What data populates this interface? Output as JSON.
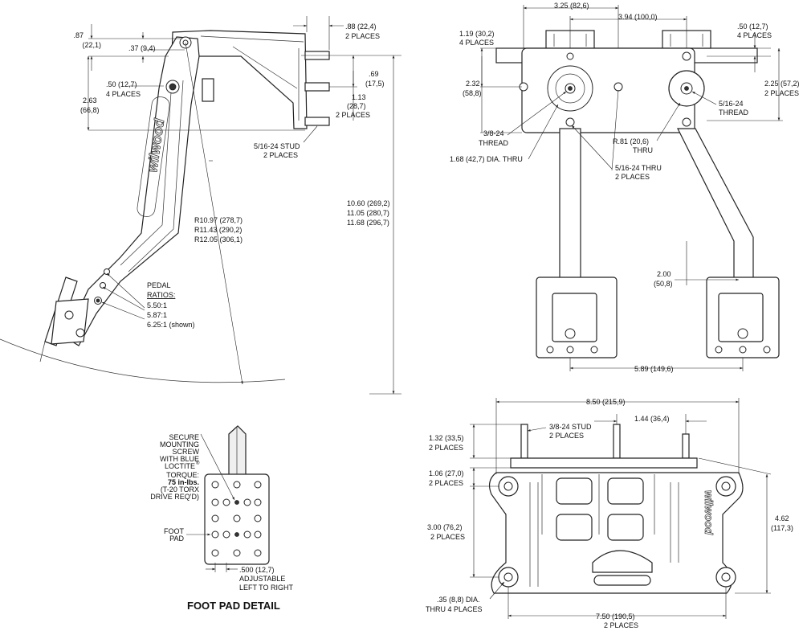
{
  "side_view": {
    "dims": {
      "d087": ".87",
      "d087_mm": "(22,1)",
      "d037": ".37 (9,4)",
      "d050": ".50 (12,7)",
      "d050_sub": "4 PLACES",
      "d263": "2.63",
      "d263_mm": "(66,8)",
      "d088": ".88 (22,4)",
      "d088_sub": "2 PLACES",
      "d069": ".69",
      "d069_mm": "(17,5)",
      "d113": "1.13",
      "d113_mm": "(28,7)",
      "d113_sub": "2 PLACES",
      "stud": "5/16-24 STUD",
      "stud_sub": "2 PLACES",
      "radius1": "R10.97 (278,7)",
      "radius2": "R11.43 (290,2)",
      "radius3": "R12.05 (306,1)",
      "height1": "10.60 (269,2)",
      "height2": "11.05 (280,7)",
      "height3": "11.68 (296,7)"
    },
    "ratios_title": "PEDAL",
    "ratios_title2": "RATIOS:",
    "ratio1": "5.50:1",
    "ratio2": "5.87:1",
    "ratio3": "6.25:1 (shown)",
    "logo": "wilwood"
  },
  "front_view": {
    "dims": {
      "d325": "3.25 (82,6)",
      "d394": "3.94 (100,0)",
      "d119": "1.19 (30,2)",
      "d119_sub": "4 PLACES",
      "d050": ".50 (12,7)",
      "d050_sub": "4 PLACES",
      "d232": "2.32",
      "d232_mm": "(58,8)",
      "d225": "2.25 (57,2)",
      "d225_sub": "2 PLACES",
      "thread516": "5/16-24",
      "thread516_sub": "THREAD",
      "thread38": "3/8-24",
      "thread38_sub": "THREAD",
      "r081": "R.81 (20,6)",
      "r081_sub": "THRU",
      "d168": "1.68 (42,7) DIA. THRU",
      "thru516": "5/16-24 THRU",
      "thru516_sub": "2 PLACES",
      "d200": "2.00",
      "d200_mm": "(50,8)",
      "d589": "5.89 (149,6)"
    }
  },
  "foot_pad": {
    "secure": [
      "SECURE",
      "MOUNTING",
      "SCREW",
      "WITH BLUE",
      "LOCTITE"
    ],
    "reg": "®",
    "torque": "TORQUE:",
    "torque_val": "75 in-lbs.",
    "torque_note": "(T-20 TORX",
    "torque_note2": "DRIVE REQ'D)",
    "foot": "FOOT",
    "pad": "PAD",
    "adj": ".500 (12,7)",
    "adj2": "ADJUSTABLE",
    "adj3": "LEFT TO RIGHT",
    "title": "FOOT PAD DETAIL"
  },
  "top_view": {
    "dims": {
      "d850": "8.50 (215,9)",
      "stud38": "3/8-24 STUD",
      "stud38_sub": "2 PLACES",
      "d144": "1.44 (36,4)",
      "d132": "1.32 (33,5)",
      "d132_sub": "2 PLACES",
      "d106": "1.06 (27,0)",
      "d106_sub": "2 PLACES",
      "d300": "3.00 (76,2)",
      "d300_sub": "2 PLACES",
      "d462": "4.62",
      "d462_mm": "(117,3)",
      "d035": ".35 (8,8) DIA.",
      "d035_sub": "THRU 4 PLACES",
      "d750": "7.50 (190,5)",
      "d750_sub": "2 PLACES"
    },
    "logo": "wilwood"
  },
  "colors": {
    "line": "#222222",
    "background": "#ffffff"
  }
}
